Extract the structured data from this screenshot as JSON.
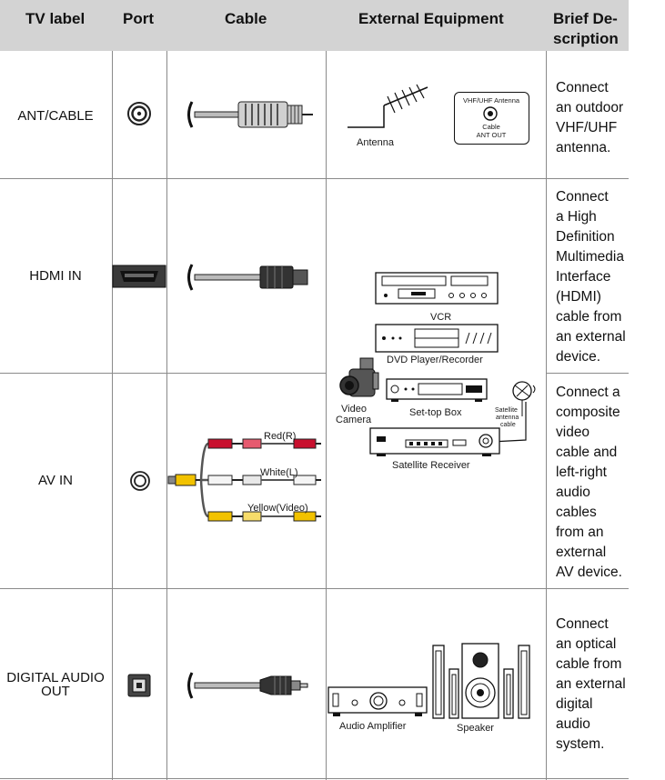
{
  "header": {
    "tv_label": "TV label",
    "port": "Port",
    "cable": "Cable",
    "external_equipment": "External Equipment",
    "brief_description_line1": "Brief De-",
    "brief_description_line2": "scription"
  },
  "rows": [
    {
      "tv_label": "ANT/CABLE",
      "description": [
        "Connect",
        "an outdoor",
        "VHF/UHF",
        "antenna."
      ],
      "equipment": {
        "antenna_label": "Antenna",
        "wall_plate_line1": "VHF/UHF Antenna",
        "wall_plate_line2": "Cable",
        "wall_plate_line3": "ANT OUT"
      }
    },
    {
      "tv_label": "HDMI IN",
      "description": [
        "Connect",
        "a High",
        "Definition",
        "Multimedia",
        "Interface",
        "(HDMI)",
        "cable from",
        "an external",
        "device."
      ]
    },
    {
      "tv_label": "AV IN",
      "description": [
        "Connect a",
        "composite",
        "video",
        "cable and",
        "left-right",
        "audio",
        "cables",
        "from an",
        "external",
        "AV device."
      ],
      "cable_labels": {
        "red": "Red(R)",
        "white": "White(L)",
        "yellow": "Yellow(Video)"
      }
    },
    {
      "tv_label_line1": "DIGITAL AUDIO",
      "tv_label_line2": "OUT",
      "description": [
        "Connect",
        "an optical",
        "cable from",
        "an external",
        "digital",
        "audio",
        "system."
      ],
      "equipment": {
        "amplifier": "Audio Amplifier",
        "speaker": "Speaker"
      }
    }
  ],
  "shared_equipment": {
    "vcr": "VCR",
    "dvd": "DVD Player/Recorder",
    "video_camera_line1": "Video",
    "video_camera_line2": "Camera",
    "settop": "Set-top Box",
    "satellite_antenna_line1": "Satellite",
    "satellite_antenna_line2": "antenna",
    "satellite_antenna_line3": "cable",
    "satellite_receiver": "Satellite Receiver"
  },
  "colors": {
    "header_bg": "#d3d3d3",
    "grid": "#8a8a8a",
    "red_plug": "#c8102e",
    "yellow_plug": "#f2c200"
  }
}
